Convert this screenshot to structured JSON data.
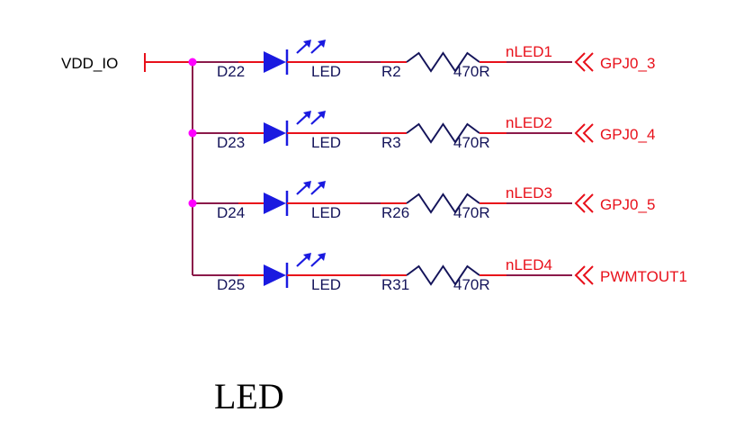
{
  "colors": {
    "wire": "#8b1a4a",
    "red": "#e8101a",
    "blue": "#1a1ae0",
    "junction": "#ff00ff",
    "black": "#000000",
    "navy": "#14145a"
  },
  "power": {
    "label": "VDD_IO"
  },
  "rows": [
    {
      "diode_ref": "D22",
      "diode_val": "LED",
      "res_ref": "R2",
      "res_val": "470R",
      "net": "nLED1",
      "port": "GPJ0_3"
    },
    {
      "diode_ref": "D23",
      "diode_val": "LED",
      "res_ref": "R3",
      "res_val": "470R",
      "net": "nLED2",
      "port": "GPJ0_4"
    },
    {
      "diode_ref": "D24",
      "diode_val": "LED",
      "res_ref": "R26",
      "res_val": "470R",
      "net": "nLED3",
      "port": "GPJ0_5"
    },
    {
      "diode_ref": "D25",
      "diode_val": "LED",
      "res_ref": "R31",
      "res_val": "470R",
      "net": "nLED4",
      "port": "PWMTOUT1"
    }
  ],
  "caption": "LED"
}
